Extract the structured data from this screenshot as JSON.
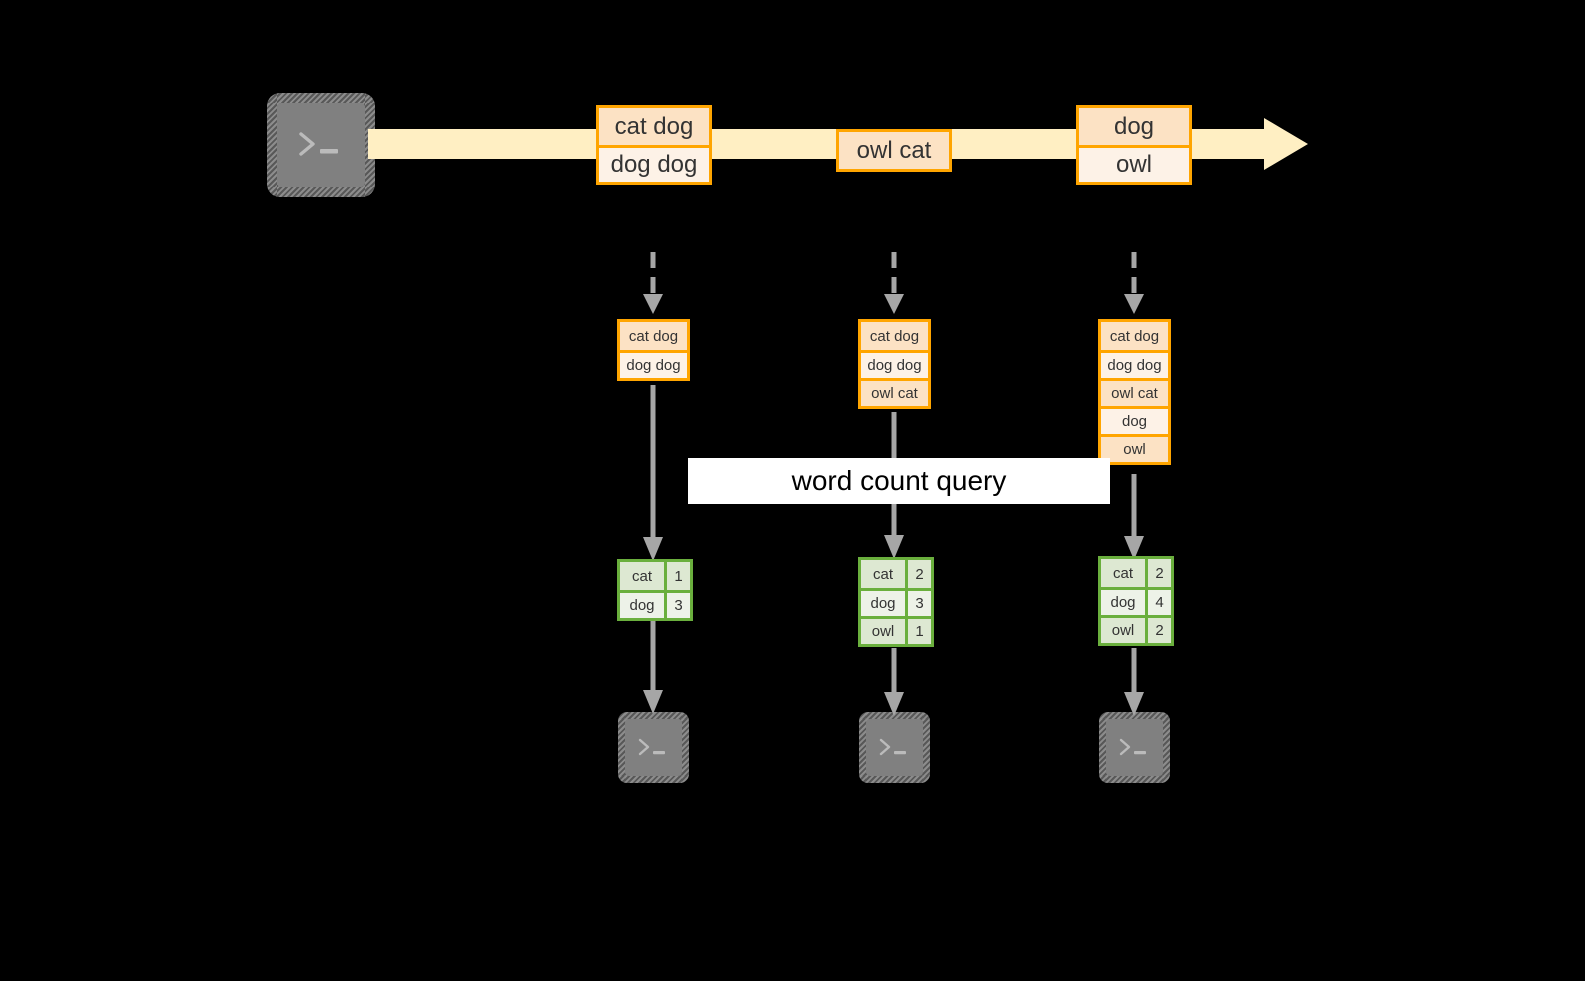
{
  "diagram": {
    "title": "",
    "colors": {
      "background": "#000000",
      "event_border": "#FFA500",
      "event_fill_dark": "#FCE2C4",
      "event_fill_light": "#FDF2E7",
      "stream_arrow_fill": "#FFEFC3",
      "result_border": "#6AAF3D",
      "result_fill_dark": "#DDE8D2",
      "result_fill_light": "#EDF2E8",
      "connector": "#A6A6A6",
      "terminal_fill": "#808080",
      "label_fill": "#FFFFFF",
      "text": "#333333"
    },
    "source": {
      "icon": "terminal-icon",
      "glyph": ">_"
    },
    "stream": {
      "arrow_icon": "stream-arrow-icon",
      "events": [
        {
          "name": "event-group-1",
          "rows": [
            "cat dog",
            "dog dog"
          ]
        },
        {
          "name": "event-group-2",
          "rows": [
            "owl cat"
          ]
        },
        {
          "name": "event-group-3",
          "rows": [
            "dog",
            "owl"
          ]
        }
      ]
    },
    "query": {
      "label": "word count query"
    },
    "snapshots": [
      {
        "name": "snapshot-1",
        "input_rows": [
          "cat dog",
          "dog dog"
        ],
        "results": [
          {
            "word": "cat",
            "count": "1"
          },
          {
            "word": "dog",
            "count": "3"
          }
        ],
        "sink_icon": "terminal-icon",
        "sink_glyph": ">_"
      },
      {
        "name": "snapshot-2",
        "input_rows": [
          "cat dog",
          "dog dog",
          "owl cat"
        ],
        "results": [
          {
            "word": "cat",
            "count": "2"
          },
          {
            "word": "dog",
            "count": "3"
          },
          {
            "word": "owl",
            "count": "1"
          }
        ],
        "sink_icon": "terminal-icon",
        "sink_glyph": ">_"
      },
      {
        "name": "snapshot-3",
        "input_rows": [
          "cat dog",
          "dog dog",
          "owl cat",
          "dog",
          "owl"
        ],
        "results": [
          {
            "word": "cat",
            "count": "2"
          },
          {
            "word": "dog",
            "count": "4"
          },
          {
            "word": "owl",
            "count": "2"
          }
        ],
        "sink_icon": "terminal-icon",
        "sink_glyph": ">_"
      }
    ]
  }
}
